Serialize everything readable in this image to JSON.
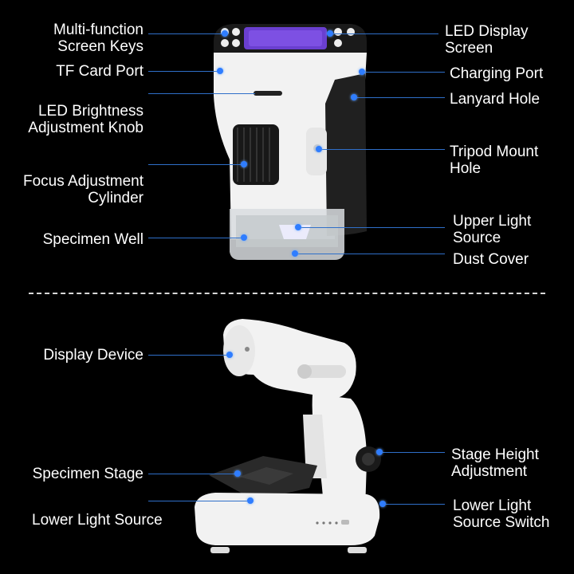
{
  "top_section": {
    "left_labels": [
      {
        "lines": [
          "Multi-function",
          "Screen Keys"
        ]
      },
      {
        "lines": [
          "TF Card Port"
        ]
      },
      {
        "lines": [
          "LED Brightness",
          "Adjustment Knob"
        ]
      },
      {
        "lines": [
          "Focus Adjustment",
          "Cylinder"
        ]
      },
      {
        "lines": [
          "Specimen Well"
        ]
      }
    ],
    "right_labels": [
      {
        "lines": [
          "LED Display",
          "Screen"
        ]
      },
      {
        "lines": [
          "Charging Port"
        ]
      },
      {
        "lines": [
          "Lanyard Hole"
        ]
      },
      {
        "lines": [
          "Tripod Mount",
          "Hole"
        ]
      },
      {
        "lines": [
          "Upper Light",
          "Source"
        ]
      },
      {
        "lines": [
          "Dust Cover"
        ]
      }
    ]
  },
  "bottom_section": {
    "left_labels": [
      {
        "lines": [
          "Display Device"
        ]
      },
      {
        "lines": [
          "Specimen Stage"
        ]
      },
      {
        "lines": [
          "Lower Light Source"
        ]
      }
    ],
    "right_labels": [
      {
        "lines": [
          "Stage Height",
          "Adjustment"
        ]
      },
      {
        "lines": [
          "Lower Light",
          "Source Switch"
        ]
      }
    ]
  },
  "colors": {
    "background": "#000000",
    "leader_line": "#2f6fc9",
    "dot": "#2f7dff",
    "screen": "#6a3fd0",
    "body": "#f2f2f2"
  }
}
